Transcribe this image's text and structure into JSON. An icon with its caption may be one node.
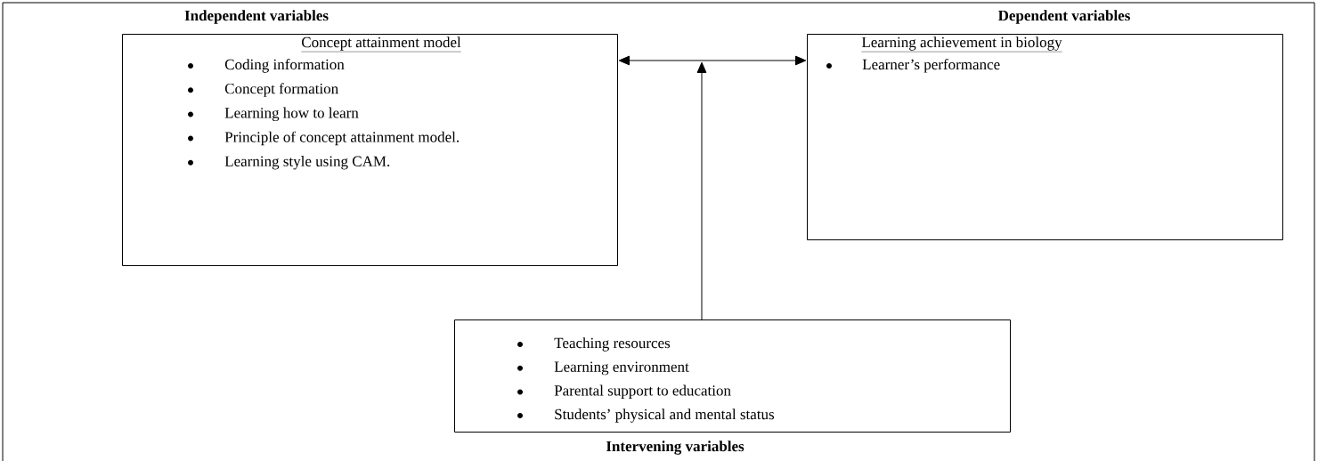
{
  "diagram": {
    "nodes": [
      {
        "text": [
          "Independent variables",
          "Concept attainment model",
          "Coding information",
          "Concept formation",
          "Learning how to learn",
          "Principle of concept attainment model.",
          "Learning style using CAM."
        ]
      },
      {
        "text": [
          "Dependent variables",
          "Learning achievement in biology",
          "Learner’s performance"
        ]
      },
      {
        "text": [
          "Teaching resources",
          "Learning environment",
          "Parental support to education",
          "Students’ physical and mental status",
          "Intervening variables"
        ]
      }
    ],
    "edges": [
      {
        "from": 0,
        "to": 1,
        "arrow": "both"
      },
      {
        "from": 2,
        "to": null,
        "arrow": "to"
      }
    ]
  }
}
